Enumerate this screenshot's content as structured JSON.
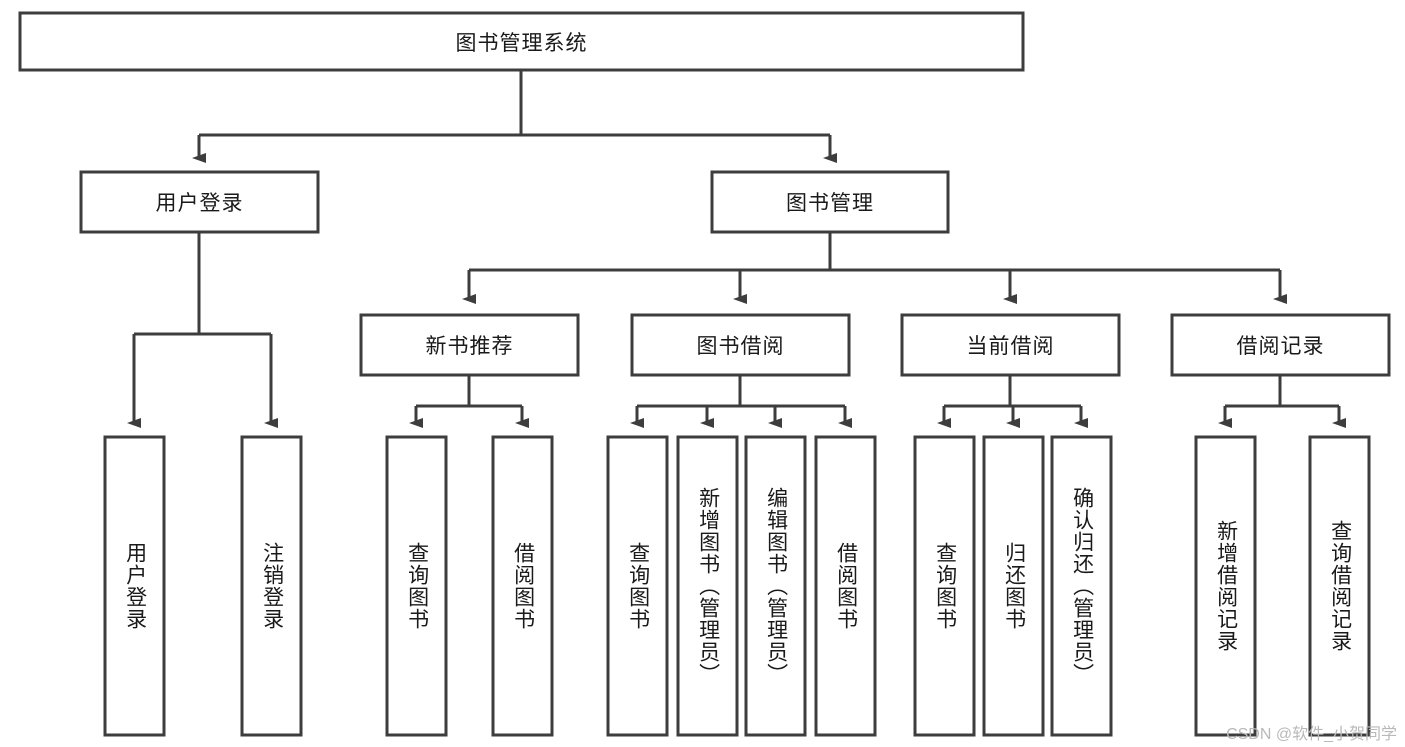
{
  "diagram": {
    "type": "tree",
    "title": "图书管理系统",
    "orientation": "top-down",
    "edge_style": "orthogonal-arrow",
    "colors": {
      "stroke": "#3d3d3d",
      "fill": "#ffffff",
      "text": "#1a1a1a",
      "watermark": "#b9b9b9"
    },
    "root": {
      "label": "图书管理系统"
    },
    "level2": [
      {
        "label": "用户登录"
      },
      {
        "label": "图书管理"
      }
    ],
    "level3": [
      {
        "label": "新书推荐"
      },
      {
        "label": "图书借阅"
      },
      {
        "label": "当前借阅"
      },
      {
        "label": "借阅记录"
      }
    ],
    "leaves": {
      "user_login": [
        "用户登录",
        "注销登录"
      ],
      "new_book": [
        "查询图书",
        "借阅图书"
      ],
      "book_borrow": [
        "查询图书",
        "新增图书（管理员）",
        "编辑图书（管理员）",
        "借阅图书"
      ],
      "current_borrow": [
        "查询图书",
        "归还图书",
        "确认归还（管理员）"
      ],
      "borrow_record": [
        "新增借阅记录",
        "查询借阅记录"
      ]
    }
  },
  "watermark": {
    "text": "CSDN @软件_小贺同学"
  }
}
